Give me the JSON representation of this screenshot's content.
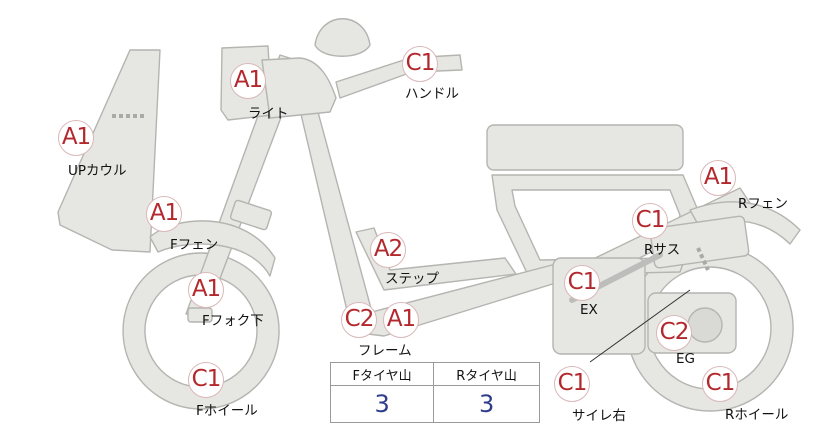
{
  "parts": [
    {
      "id": "light",
      "rating": "A1",
      "label": "ライト"
    },
    {
      "id": "handle",
      "rating": "C1",
      "label": "ハンドル"
    },
    {
      "id": "up-cowl",
      "rating": "A1",
      "label": "UPカウル"
    },
    {
      "id": "front-fender",
      "rating": "A1",
      "label": "Fフェン"
    },
    {
      "id": "step",
      "rating": "A2",
      "label": "ステップ"
    },
    {
      "id": "front-fork-lower",
      "rating": "A1",
      "label": "Fフォク下"
    },
    {
      "id": "frame",
      "rating_a": "C2",
      "rating_b": "A1",
      "label": "フレーム"
    },
    {
      "id": "front-wheel",
      "rating": "C1",
      "label": "Fホイール"
    },
    {
      "id": "rear-fender",
      "rating": "A1",
      "label": "Rフェン"
    },
    {
      "id": "rear-suspension",
      "rating": "C1",
      "label": "Rサス"
    },
    {
      "id": "exhaust",
      "rating": "C1",
      "label": "EX"
    },
    {
      "id": "engine",
      "rating": "C2",
      "label": "EG"
    },
    {
      "id": "rear-wheel",
      "rating": "C1",
      "label": "Rホイール"
    },
    {
      "id": "silencer-right",
      "rating": "C1",
      "label": "サイレ右"
    }
  ],
  "tire_table": {
    "front_header": "Fタイヤ山",
    "rear_header": "Rタイヤ山",
    "front_value": "3",
    "rear_value": "3"
  }
}
